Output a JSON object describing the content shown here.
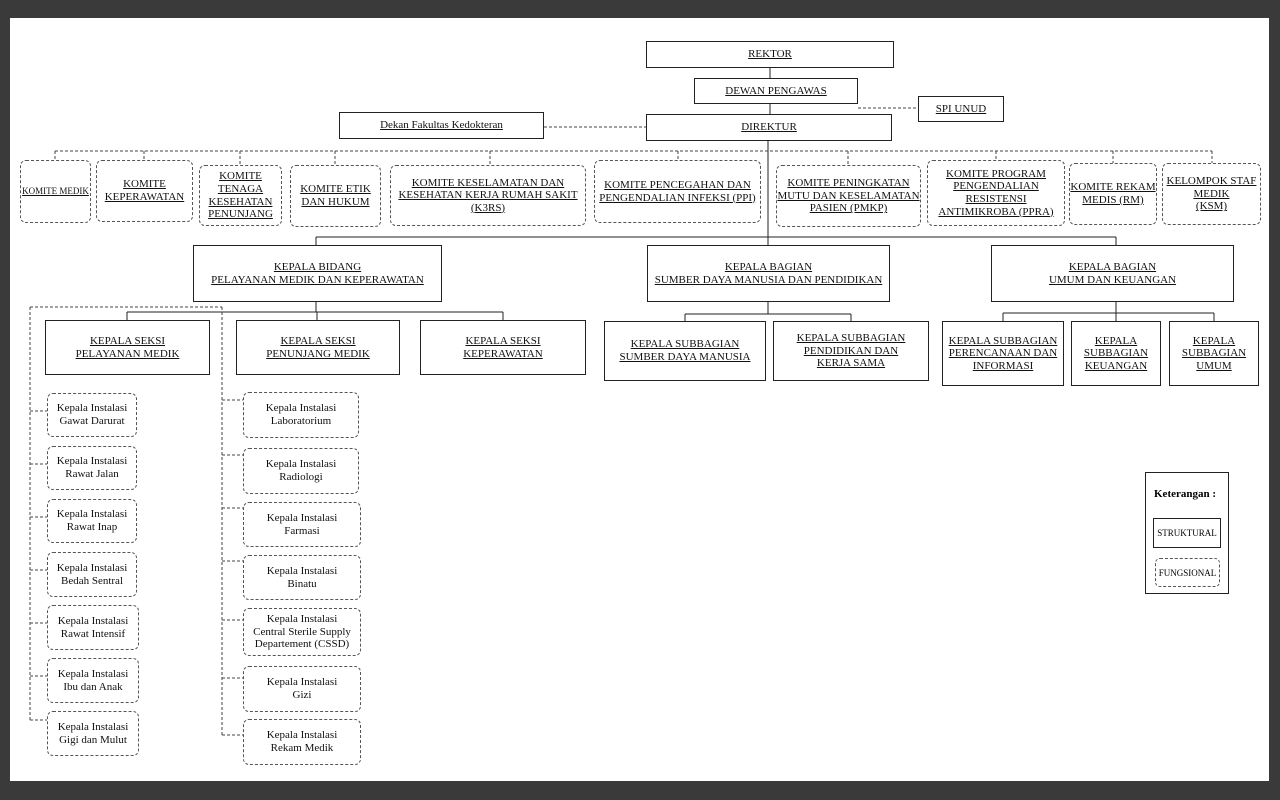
{
  "top": {
    "rektor": "REKTOR",
    "dewan": "DEWAN PENGAWAS",
    "spi": "SPI UNUD",
    "dekan": "Dekan Fakultas Kedokteran",
    "direktur": "DIREKTUR"
  },
  "komite": [
    "KOMITE MEDIK",
    "KOMITE\nKEPERAWATAN",
    "KOMITE\nTENAGA\nKESEHATAN\nPENUNJANG",
    "KOMITE ETIK\nDAN HUKUM",
    "KOMITE KESELAMATAN DAN\nKESEHATAN KERJA RUMAH SAKIT\n(K3RS)",
    "KOMITE PENCEGAHAN DAN\nPENGENDALIAN INFEKSI (PPI)",
    "KOMITE PENINGKATAN\nMUTU DAN KESELAMATAN\nPASIEN (PMKP)",
    "KOMITE PROGRAM\nPENGENDALIAN\nRESISTENSI\nANTIMIKROBA (PPRA)",
    "KOMITE REKAM\nMEDIS (RM)",
    "KELOMPOK STAF\nMEDIK\n(KSM)"
  ],
  "bidang": [
    "KEPALA BIDANG\nPELAYANAN MEDIK DAN KEPERAWATAN",
    "KEPALA BAGIAN\nSUMBER DAYA MANUSIA DAN PENDIDIKAN",
    "KEPALA BAGIAN\nUMUM DAN KEUANGAN"
  ],
  "seksi": [
    "KEPALA SEKSI\nPELAYANAN MEDIK",
    "KEPALA SEKSI\nPENUNJANG MEDIK",
    "KEPALA SEKSI\nKEPERAWATAN",
    "KEPALA SUBBAGIAN\nSUMBER DAYA MANUSIA",
    "KEPALA SUBBAGIAN\nPENDIDIKAN DAN\nKERJA SAMA",
    "KEPALA SUBBAGIAN\nPERENCANAAN DAN\nINFORMASI",
    "KEPALA\nSUBBAGIAN\nKEUANGAN",
    "KEPALA\nSUBBAGIAN\nUMUM"
  ],
  "instalasi_pelayanan": [
    "Kepala Instalasi\nGawat Darurat",
    "Kepala Instalasi\nRawat Jalan",
    "Kepala Instalasi\nRawat Inap",
    "Kepala Instalasi\nBedah Sentral",
    "Kepala Instalasi\nRawat Intensif",
    "Kepala Instalasi\nIbu dan Anak",
    "Kepala Instalasi\nGigi dan Mulut"
  ],
  "instalasi_penunjang": [
    "Kepala Instalasi\nLaboratorium",
    "Kepala Instalasi\nRadiologi",
    "Kepala Instalasi\nFarmasi",
    "Kepala Instalasi\nBinatu",
    "Kepala Instalasi\nCentral Sterile Supply\nDepartement (CSSD)",
    "Kepala Instalasi\nGizi",
    "Kepala Instalasi\nRekam Medik"
  ],
  "legend": {
    "title": "Keterangan :",
    "struktural": "STRUKTURAL",
    "fungsional": "FUNGSIONAL"
  }
}
